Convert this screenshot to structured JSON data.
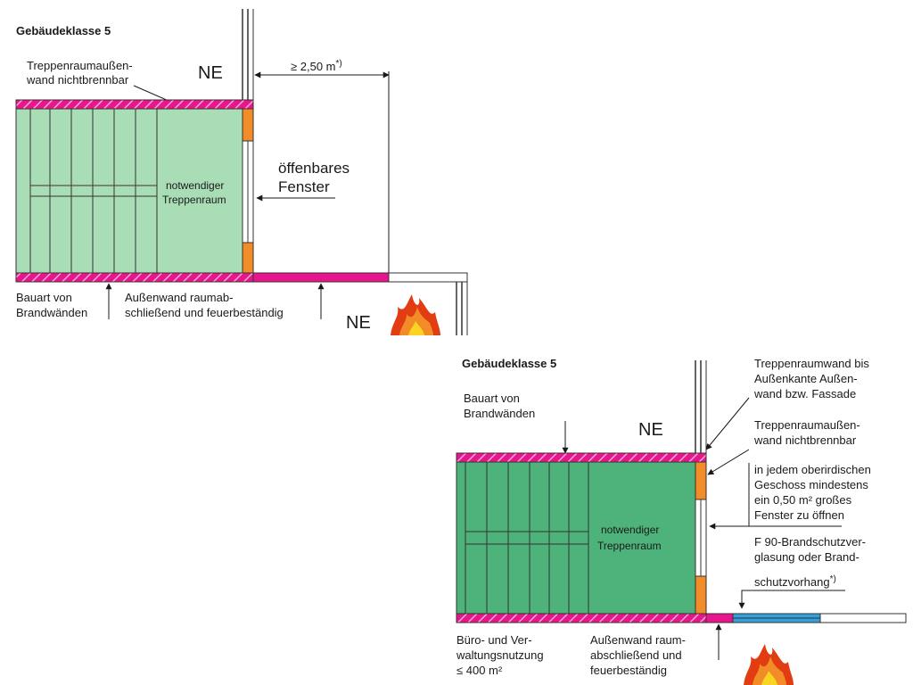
{
  "colors": {
    "room_fill": "#a8ddb5",
    "room_fill_dark": "#4db37a",
    "wall_magenta": "#e8158c",
    "opening_orange": "#f28c28",
    "glazing_blue": "#3a9fd6",
    "outline": "#333333"
  },
  "top": {
    "heading": "Gebäudeklasse 5",
    "ne_upper": "NE",
    "ne_lower": "NE",
    "wall_label_line1": "Treppenraumaußen-",
    "wall_label_line2": "wand nichtbrennbar",
    "dimension": "≥ 2,50 m",
    "dimension_mark": "*)",
    "stair_line1": "notwendiger",
    "stair_line2": "Treppenraum",
    "window_line1": "öffenbares",
    "window_line2": "Fenster",
    "bauart_line1": "Bauart von",
    "bauart_line2": "Brandwänden",
    "outer_line1": "Außenwand raumab-",
    "outer_line2": "schließend und feuerbeständig"
  },
  "bottom": {
    "heading": "Gebäudeklasse 5",
    "ne": "NE",
    "bauart_line1": "Bauart von",
    "bauart_line2": "Brandwänden",
    "tw_line1": "Treppenraumwand bis",
    "tw_line2": "Außenkante Außen-",
    "tw_line3": "wand bzw. Fassade",
    "taw_line1": "Treppenraumaußen-",
    "taw_line2": "wand nichtbrennbar",
    "win_line1": "in jedem oberirdischen",
    "win_line2": "Geschoss mindestens",
    "win_line3": "ein 0,50 m² großes",
    "win_line4": "Fenster zu öffnen",
    "stair_line1": "notwendiger",
    "stair_line2": "Treppenraum",
    "f90_line1": "F 90-Brandschutzver-",
    "f90_line2": "glasung oder Brand-",
    "f90_line3": "schutzvorhang",
    "f90_mark": "*)",
    "office_line1": "Büro- und Ver-",
    "office_line2": "waltungsnutzung",
    "office_line3": "≤ 400 m²",
    "outer_line1": "Außenwand raum-",
    "outer_line2": "abschließend und",
    "outer_line3": "feuerbeständig"
  }
}
